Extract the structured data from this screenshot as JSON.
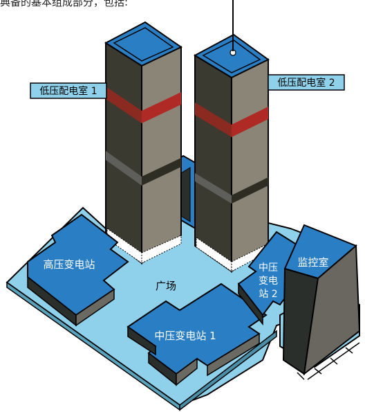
{
  "caption": "典备的基本组成部分，包括:",
  "labels": {
    "low_voltage_room_1": "低压配电室 1",
    "low_voltage_room_2": "低压配电室 2",
    "high_voltage_station": "高压变电站",
    "plaza": "广场",
    "medium_voltage_station_1": "中压变电站 1",
    "medium_voltage_station_2_line1": "中压",
    "medium_voltage_station_2_line2": "变电",
    "medium_voltage_station_2_line3": "站 2",
    "monitoring_room": "监控室"
  },
  "colors": {
    "plaza": "#8fd1ea",
    "building_top": "#2a7ec4",
    "tower_dark": "#3b3a30",
    "tower_light": "#8a8576",
    "red_band": "#b02a25",
    "label_bg": "#8fd1ea"
  }
}
